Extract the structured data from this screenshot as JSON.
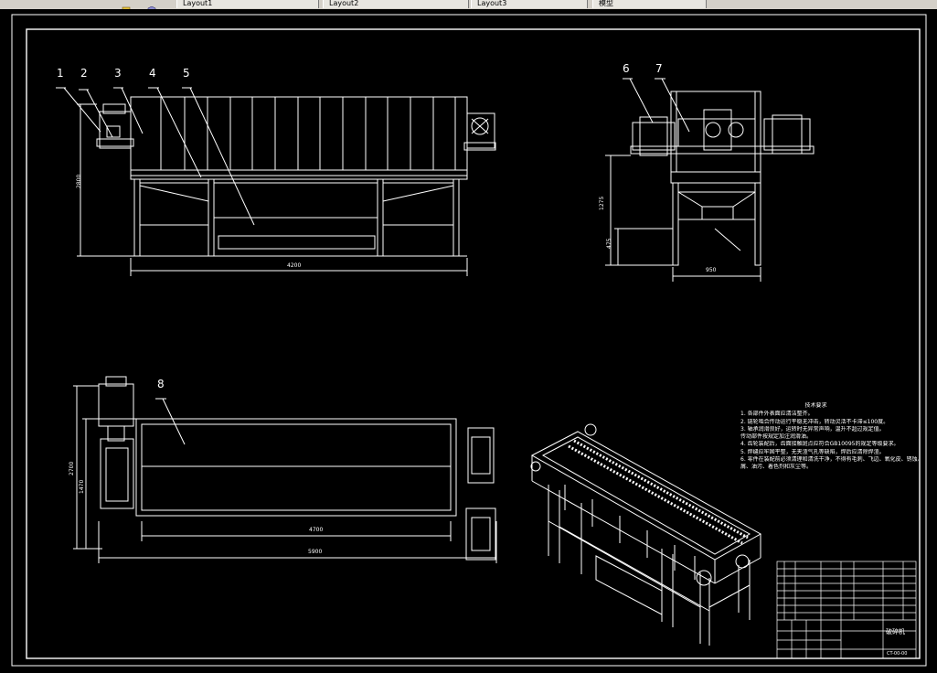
{
  "tabs": [
    "Layout1",
    "Layout2",
    "Layout3",
    "模型"
  ],
  "part_numbers": [
    "1",
    "2",
    "3",
    "4",
    "5",
    "6",
    "7",
    "8"
  ],
  "dimensions": {
    "front_length": "4200",
    "front_height": "2800",
    "side_height_upper": "1275",
    "side_height_lower": "475",
    "side_width": "950",
    "top_width_1": "2700",
    "top_width_2": "1470",
    "top_inner": "4700",
    "top_total": "5900"
  },
  "notes": {
    "title": "技术要求",
    "lines": [
      "1. 各部件外表面应清洁整齐。",
      "2. 链轮啮合传动运行平稳无冲击，转动灵活不卡滞≤100度。",
      "3. 轴承润滑良好，运转时无异常声响，温升不超过规定值。",
      "   传动部件按规定加注润滑油。",
      "4. 齿轮装配后，齿面接触斑点应符合GB10095的规定等级要求。",
      "5. 焊缝应牢固平整，无夹渣气孔等缺陷，焊后应清除焊渣。",
      "6. 零件在装配前必须清理和清洗干净，不得有毛刺、飞边、氧化皮、锈蚀、切",
      "   屑、油污、着色剂和灰尘等。"
    ]
  },
  "title_block": {
    "name": "破碎机",
    "code": "CT-00-00"
  }
}
